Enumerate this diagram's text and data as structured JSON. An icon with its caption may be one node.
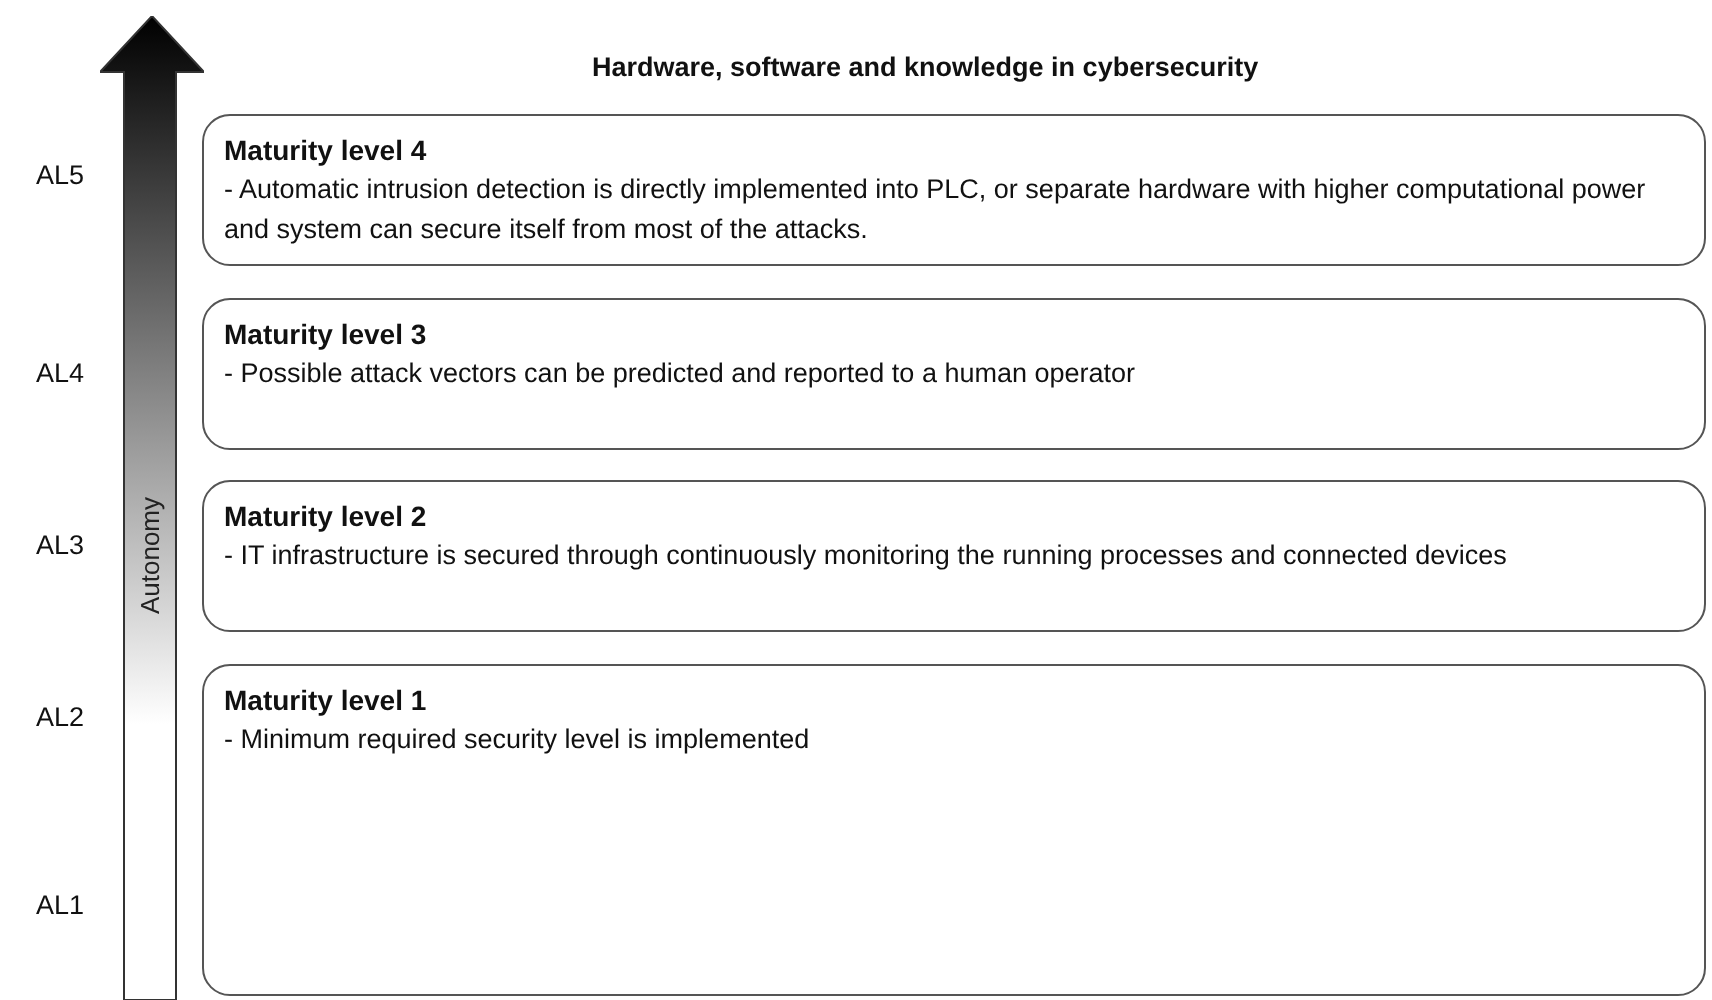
{
  "diagram": {
    "title": "Hardware, software and knowledge in cybersecurity",
    "nodes": [
      {
        "text": [
          "Autonomy"
        ]
      },
      {
        "text": [
          "Maturity level 4",
          "- Automatic intrusion detection is directly implemented into PLC, or separate hardware with higher computational power and system can secure itself from most of the attacks."
        ]
      },
      {
        "text": [
          "Maturity level 3",
          "- Possible attack vectors can be predicted and reported to a human operator"
        ]
      },
      {
        "text": [
          "Maturity level 2",
          "- IT infrastructure is secured through continuously monitoring the running processes and connected devices"
        ]
      },
      {
        "text": [
          "Maturity level 1",
          "- Minimum required security level is implemented"
        ]
      }
    ],
    "labels": [
      "AL5",
      "AL4",
      "AL3",
      "AL2",
      "AL1"
    ]
  }
}
